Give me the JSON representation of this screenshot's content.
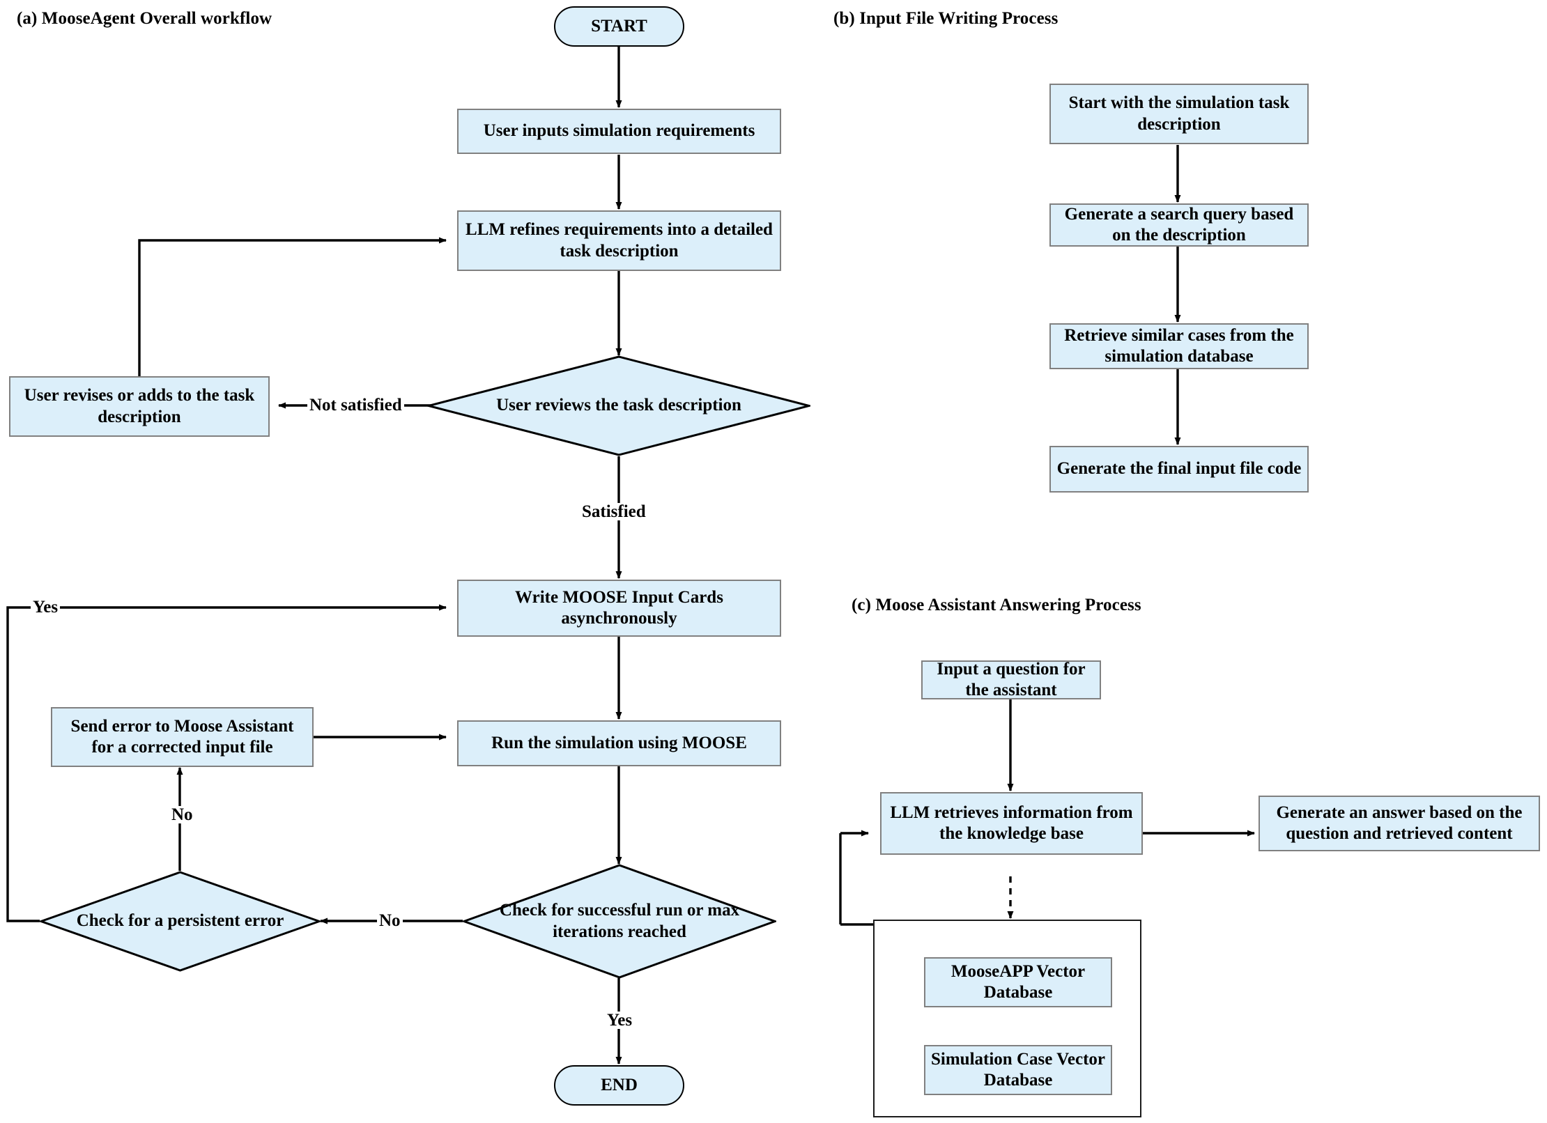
{
  "figure": {
    "panels": [
      {
        "id": "a",
        "title": "(a) MooseAgent Overall workflow"
      },
      {
        "id": "b",
        "title": "(b) Input File Writing Process"
      },
      {
        "id": "c",
        "title": "(c) Moose Assistant Answering Process"
      }
    ]
  },
  "colors": {
    "node_fill": "#dceffa",
    "node_border": "#808080",
    "terminator_border": "#000000",
    "wire": "#000000",
    "background": "#ffffff"
  },
  "panel_a": {
    "nodes": {
      "start": "START",
      "user_inputs": "User inputs simulation requirements",
      "llm_refines": "LLM refines requirements into a detailed task description",
      "user_revises": "User revises or adds to the task description",
      "user_reviews": "User reviews the task description",
      "write_cards": "Write  MOOSE Input Cards asynchronously",
      "send_error": "Send error to Moose Assistant for a corrected input file",
      "run_sim": "Run the simulation using MOOSE",
      "persistent_error": "Check for a persistent error",
      "check_success": "Check for successful run or max iterations reached",
      "end": "END"
    },
    "edge_labels": {
      "not_satisfied": "Not satisfied",
      "satisfied": "Satisfied",
      "yes_retry": "Yes",
      "no_to_send_error": "No",
      "no_persistent": "No",
      "yes_end": "Yes"
    }
  },
  "panel_b": {
    "nodes": {
      "start_desc": "Start with the simulation task description",
      "gen_query": "Generate a search query based on the description",
      "retrieve_cases": "Retrieve similar cases from the simulation database",
      "gen_final": "Generate the final input file code"
    }
  },
  "panel_c": {
    "nodes": {
      "input_question": "Input a question for the assistant",
      "llm_retrieves": "LLM retrieves information from the knowledge base",
      "generate_answer": "Generate an answer based on the question and retrieved content",
      "moose_app_db": "MooseAPP Vector Database",
      "sim_case_db": "Simulation Case Vector Database"
    }
  }
}
